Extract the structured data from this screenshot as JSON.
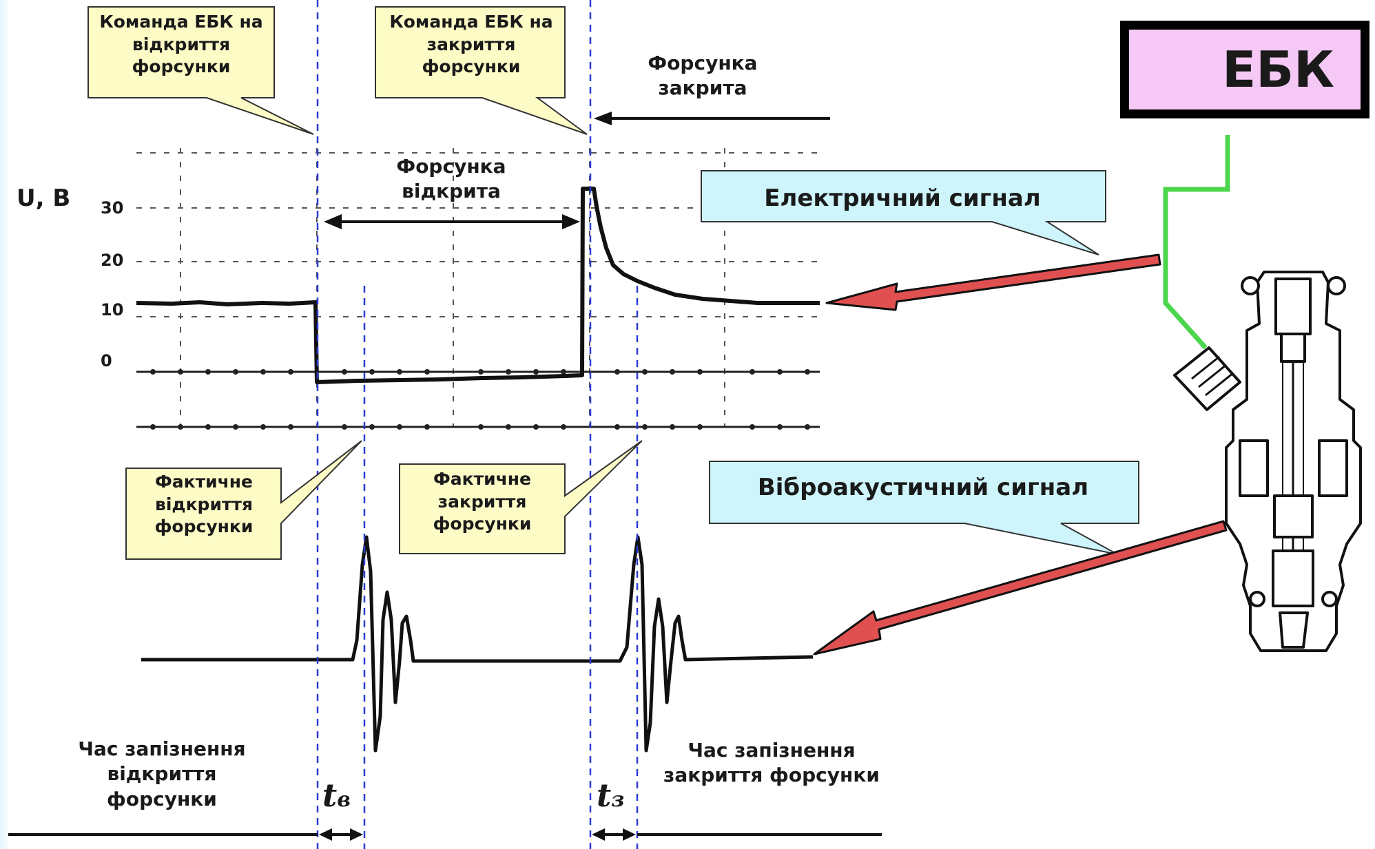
{
  "callouts": {
    "open_command": "Команда ЕБК на відкриття форсунки",
    "close_command": "Команда ЕБК на закриття форсунки",
    "actual_open": "Фактичне відкриття форсунки",
    "actual_close": "Фактичне закриття форсунки",
    "electric_signal": "Електричний сигнал",
    "vibro_signal": "Віброакустичний сигнал"
  },
  "labels": {
    "injector_closed": "Форсунка закрита",
    "injector_open": "Форсунка відкрита",
    "open_delay": "Час запізнення відкриття форсунки",
    "close_delay": "Час запізнення закриття форсунки",
    "y_axis": "U, B",
    "ebk": "ЕБК",
    "t_open_main": "t",
    "t_open_sub": "в",
    "t_close_main": "t",
    "t_close_sub": "з"
  },
  "y_ticks": [
    "30",
    "20",
    "10",
    "0"
  ],
  "colors": {
    "callout_yellow": "#fdfbc6",
    "callout_cyan": "#cdf5fb",
    "dashed_line": "#2b3bd6",
    "wire_green": "#4cd64c",
    "arrow_red": "#e05050",
    "ebk_fill": "#f5c8f5"
  },
  "icons": {
    "injector": "fuel-injector-icon"
  }
}
